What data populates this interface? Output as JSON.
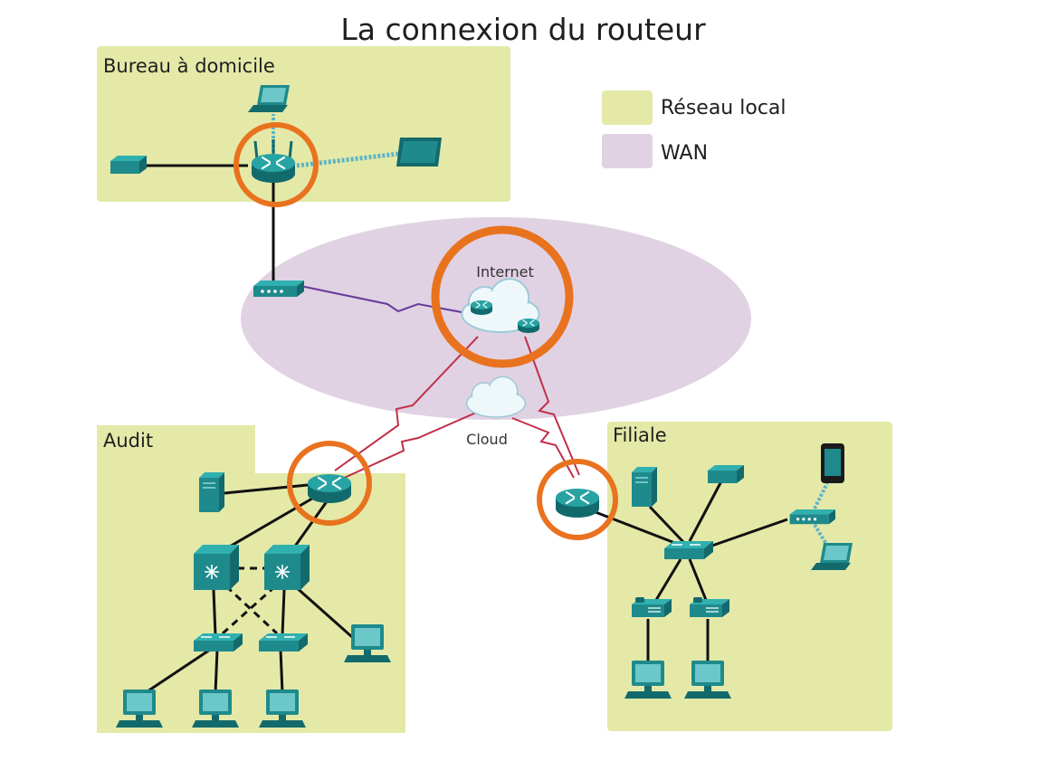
{
  "title": "La connexion du routeur",
  "colors": {
    "lan": "#e4e9a8",
    "wan": "#e0d2e3",
    "highlight": "#e9721f",
    "device": "#1f8a8c",
    "device_dark": "#136a6c",
    "wan_link": "#c0304a",
    "dsl_link": "#6a3a9a",
    "wireless": "#5fb4c4",
    "cable": "#111111"
  },
  "legend": [
    {
      "label": "Réseau local",
      "color": "#e4e9a8"
    },
    {
      "label": "WAN",
      "color": "#e0d2e3"
    }
  ],
  "zones": {
    "home": {
      "label": "Bureau à domicile"
    },
    "audit": {
      "label": "Audit"
    },
    "branch": {
      "label": "Filiale"
    }
  },
  "wan": {
    "internet_label": "Internet",
    "cloud_label": "Cloud"
  },
  "icons": [
    "router-icon",
    "laptop-icon",
    "printer-icon",
    "tablet-icon",
    "modem-icon",
    "cloud-icon",
    "server-icon",
    "multilayer-switch-icon",
    "switch-icon",
    "pc-icon",
    "ip-phone-icon",
    "access-point-icon",
    "smartphone-icon"
  ]
}
